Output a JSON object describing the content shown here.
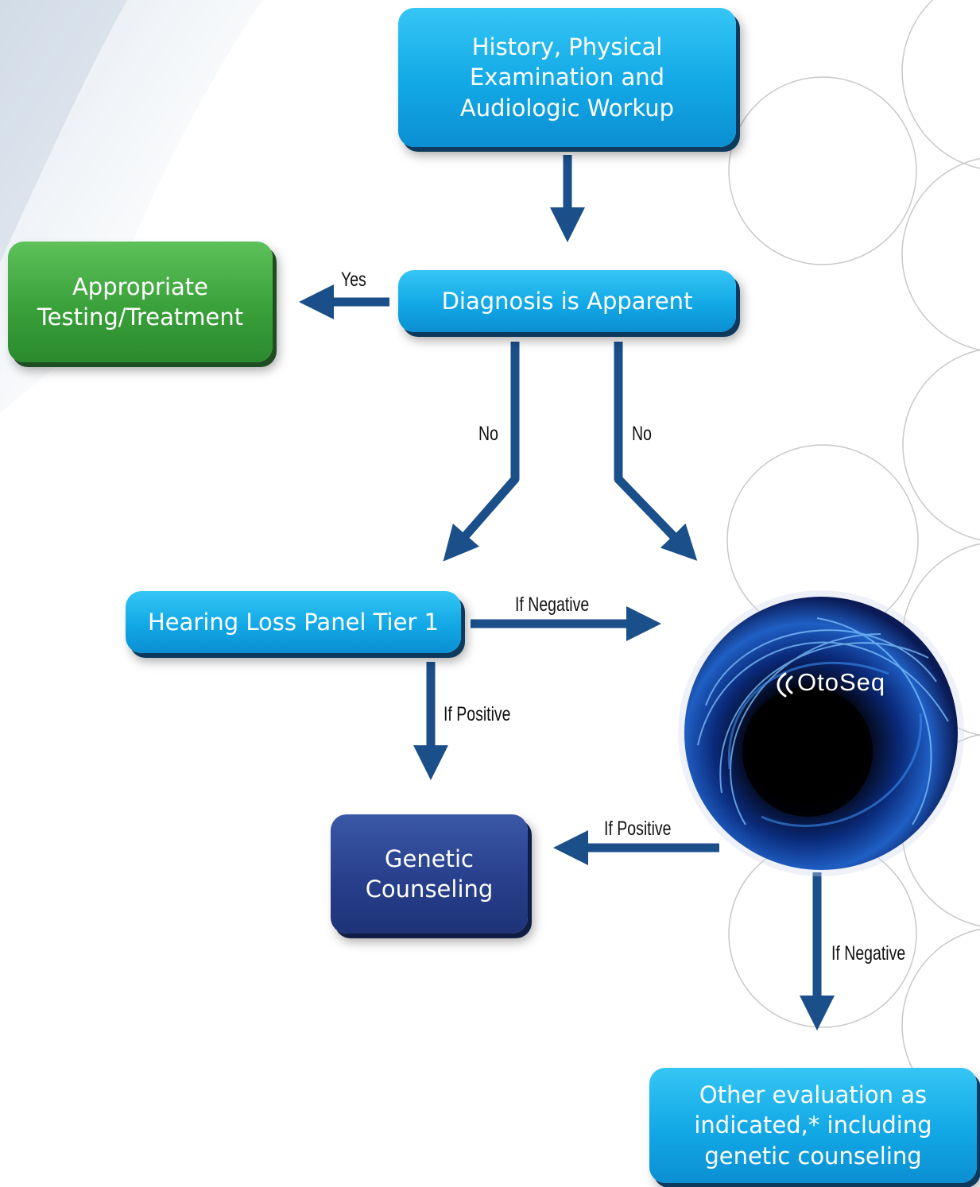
{
  "nodes": {
    "history": "History, Physical\nExamination and\nAudiologic Workup",
    "diagnosis": "Diagnosis is Apparent",
    "appropriate": "Appropriate\nTesting/Treatment",
    "tier1": "Hearing Loss Panel Tier 1",
    "genetic": "Genetic\nCounseling",
    "other": "Other evaluation as\nindicated,* including\ngenetic counseling"
  },
  "edge_labels": {
    "yes": "Yes",
    "no_left": "No",
    "no_right": "No",
    "if_negative_tier1": "If Negative",
    "if_positive_tier1": "If Positive",
    "if_positive_otoseq": "If Positive",
    "if_negative_otoseq": "If Negative"
  },
  "logo": {
    "text": "OtoSeq",
    "icon": "sound-waves-icon"
  },
  "colors": {
    "box_cyan": "#12a8e6",
    "box_green": "#3aa13a",
    "box_navy": "#283f8c",
    "arrow": "#1a4f8a"
  }
}
